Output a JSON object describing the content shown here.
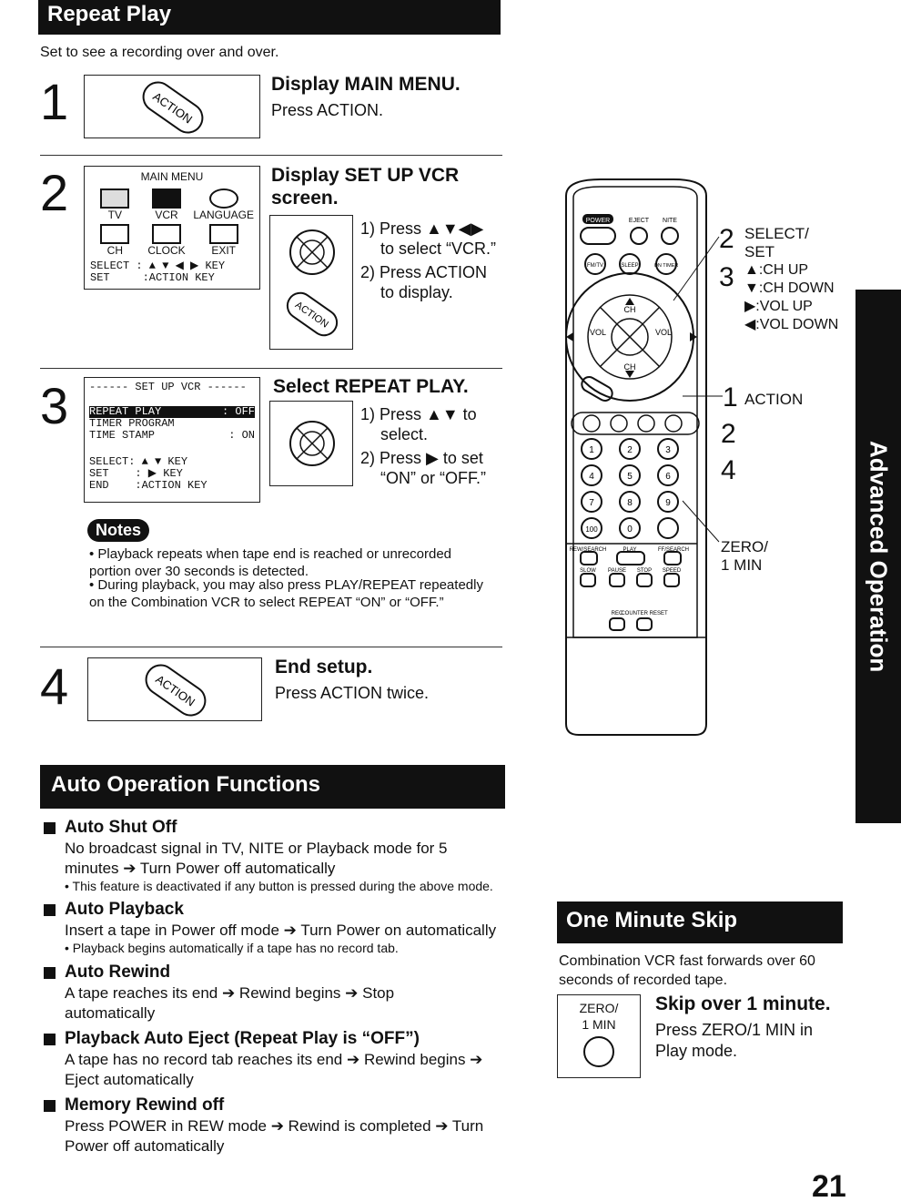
{
  "repeat_play": {
    "title": "Repeat Play",
    "intro": "Set to see a recording over and over.",
    "steps": [
      {
        "num": "1",
        "title": "Display MAIN MENU.",
        "text": "Press ACTION."
      },
      {
        "num": "2",
        "title": "Display SET UP VCR screen.",
        "line1": "1) Press ▲▼◀▶",
        "line2": "to select “VCR.”",
        "line3": "2) Press ACTION",
        "line4": "to display."
      },
      {
        "num": "3",
        "title": "Select REPEAT PLAY.",
        "line1": "1) Press ▲▼ to",
        "line2": "select.",
        "line3": "2) Press ▶ to set",
        "line4": "“ON” or “OFF.”"
      },
      {
        "num": "4",
        "title": "End setup.",
        "text": "Press ACTION twice."
      }
    ],
    "action_label": "ACTION",
    "main_menu": {
      "title": "MAIN MENU",
      "icons": [
        "TV",
        "VCR",
        "LANGUAGE",
        "CH",
        "CLOCK",
        "EXIT"
      ],
      "select_line": "SELECT : ▲ ▼ ◀ ▶ KEY",
      "set_line": "SET     :ACTION KEY"
    },
    "setup_menu": {
      "title": "------ SET UP VCR ------",
      "row1_label": "REPEAT PLAY",
      "row1_value": ": OFF",
      "row2": "TIMER PROGRAM",
      "row3_label": "TIME STAMP",
      "row3_value": ": ON",
      "select_line": "SELECT: ▲ ▼ KEY",
      "set_line": "SET    : ▶ KEY",
      "end_line": "END    :ACTION KEY"
    },
    "notes": {
      "label": "Notes",
      "items": [
        "• Playback repeats when tape end is reached or unrecorded portion over 30 seconds is detected.",
        "• During playback, you may also press PLAY/REPEAT repeatedly on the Combination VCR to select REPEAT “ON” or “OFF.”"
      ]
    }
  },
  "auto_ops": {
    "title": "Auto Operation Functions",
    "items": [
      {
        "title": "Auto Shut Off",
        "text": "No broadcast signal in TV, NITE or Playback mode for 5 minutes ➔ Turn Power off automatically",
        "note": "• This feature is deactivated if any button is pressed during the above mode."
      },
      {
        "title": "Auto Playback",
        "text": "Insert a tape in Power off mode ➔ Turn Power on automatically",
        "note": "• Playback begins automatically if a tape has no record tab."
      },
      {
        "title": "Auto Rewind",
        "text": "A tape reaches its end ➔ Rewind begins ➔ Stop automatically",
        "note": ""
      },
      {
        "title": "Playback Auto Eject (Repeat Play is “OFF”)",
        "text": "A tape has no record tab reaches its end ➔ Rewind begins ➔ Eject automatically",
        "note": ""
      },
      {
        "title": "Memory Rewind off",
        "text": "Press POWER in REW mode ➔ Rewind is completed ➔ Turn Power off automatically",
        "note": ""
      }
    ]
  },
  "remote": {
    "top_labels": [
      "POWER",
      "EJECT",
      "NITE"
    ],
    "row2_labels": [
      "FM/TV",
      "SLEEP",
      "ON TIMER"
    ],
    "ch_label": "CH",
    "vol_label": "VOL",
    "digits": [
      "1",
      "2",
      "3",
      "4",
      "5",
      "6",
      "7",
      "8",
      "9",
      "100",
      "0"
    ],
    "transport_top": [
      "REW/SEARCH",
      "PLAY",
      "FF/SEARCH"
    ],
    "transport_bottom": [
      "SLOW",
      "PAUSE",
      "STOP",
      "SPEED"
    ],
    "bottom_labels": [
      "REC",
      "COUNTER RESET"
    ],
    "callouts": {
      "c2": "2",
      "c2_text1": "SELECT/",
      "c2_text2": "SET",
      "c3": "3",
      "c3_up": "▲:CH UP",
      "c3_down": "▼:CH DOWN",
      "c3_right": "▶:VOL UP",
      "c3_left": "◀:VOL DOWN",
      "c1": "1",
      "c1_text": "ACTION",
      "c24a": "2",
      "c24b": "4",
      "zero_1": "ZERO/",
      "zero_2": "1 MIN"
    }
  },
  "side_tab": "Advanced Operation",
  "one_minute_skip": {
    "title": "One Minute Skip",
    "intro": "Combination VCR fast forwards over 60 seconds of recorded tape.",
    "box_label1": "ZERO/",
    "box_label2": "1 MIN",
    "step_title": "Skip over 1 minute.",
    "step_text": "Press ZERO/1 MIN in Play mode."
  },
  "page_number": "21"
}
